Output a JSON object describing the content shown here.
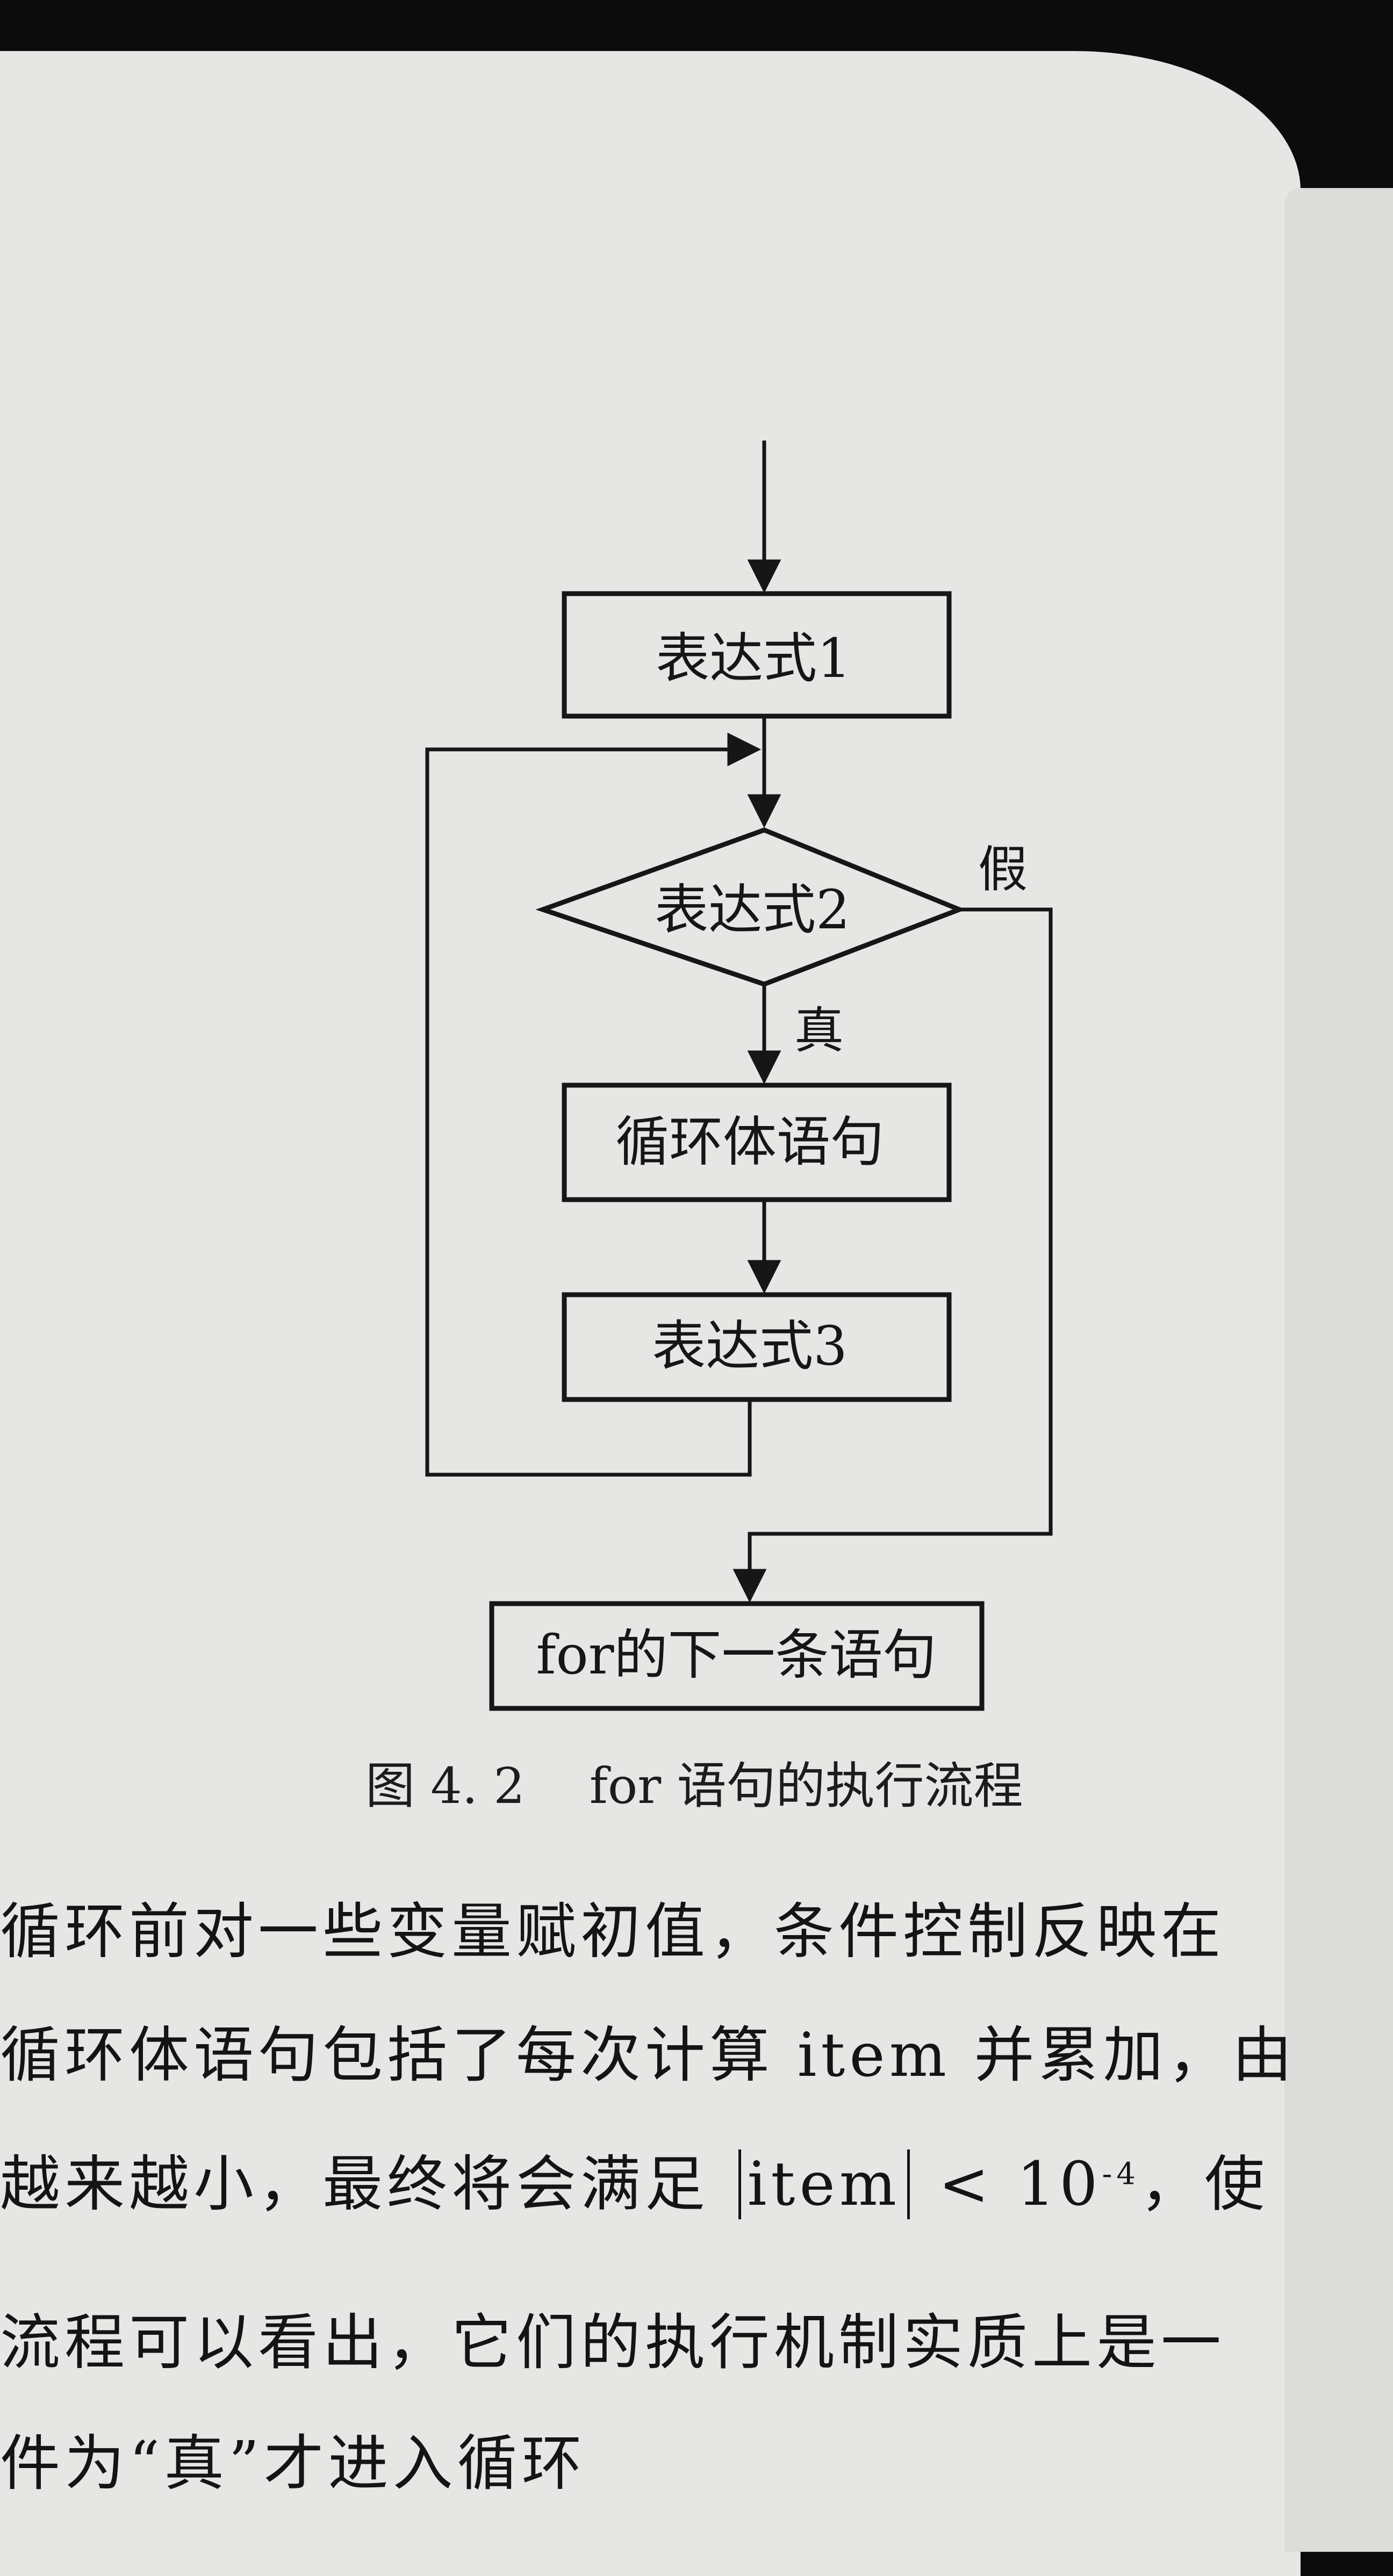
{
  "flowchart": {
    "expression1": "表达式1",
    "expression2": "表达式2",
    "true_label": "真",
    "false_label": "假",
    "loop_body": "循环体语句",
    "expression3": "表达式3",
    "next_statement": "for的下一条语句"
  },
  "caption": {
    "figure_number": "图 4. 2",
    "title": "for 语句的执行流程"
  },
  "paragraph1": {
    "line1": "循环前对一些变量赋初值，条件控制反映在",
    "line2_before": "循环体语句包括了每次计算 item 并累加，由",
    "line3_before": "越来越小，最终将会满足",
    "line3_abs": "item",
    "line3_op": "< 10",
    "line3_exp": "-4",
    "line3_after": "，使"
  },
  "paragraph2": {
    "line1": "流程可以看出，它们的执行机制实质上是一",
    "line2": "件为“真”才进入循环"
  }
}
